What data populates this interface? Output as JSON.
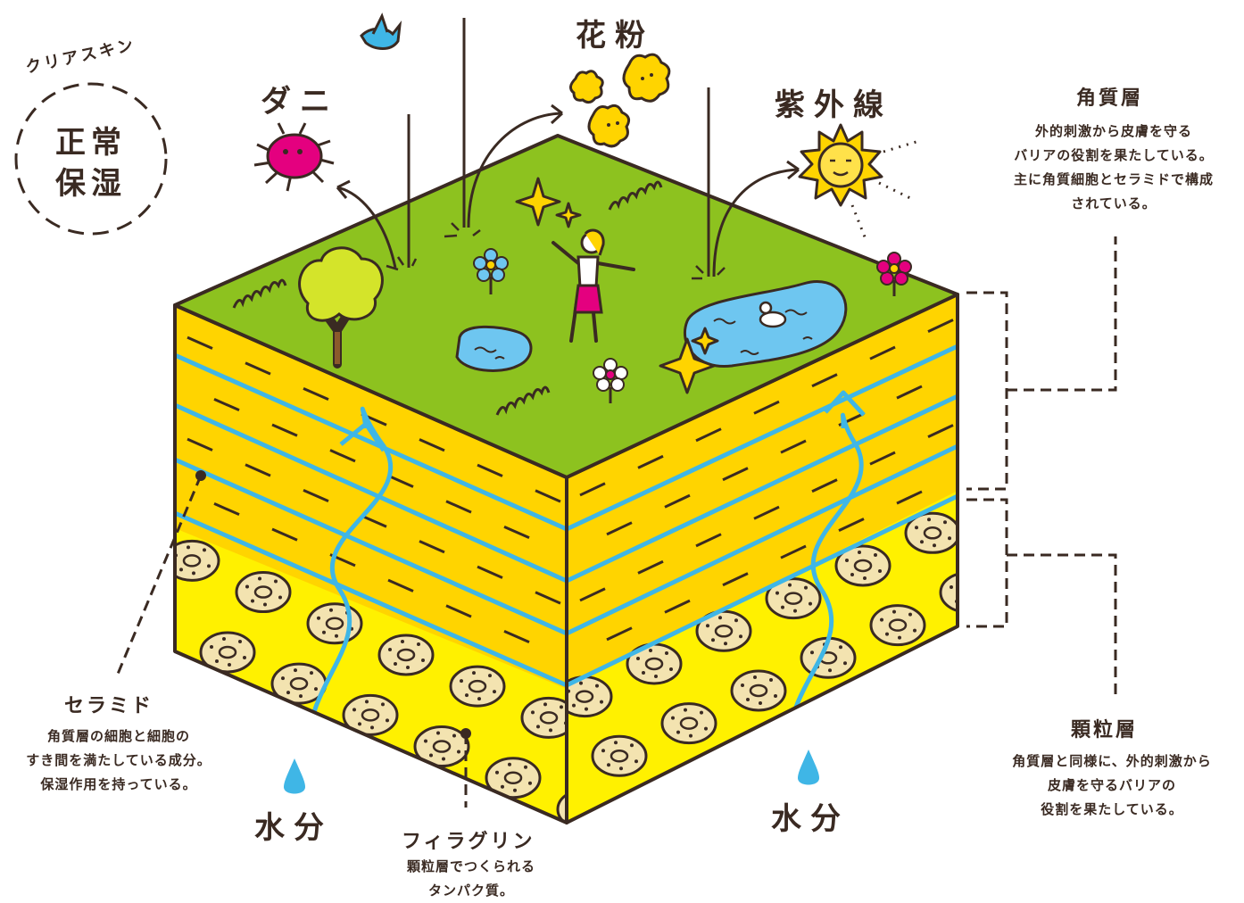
{
  "badge": {
    "arc_text": "クリアスキン",
    "line1": "正常",
    "line2": "保湿"
  },
  "top_labels": {
    "mite": "ダニ",
    "pollen": "花粉",
    "uv": "紫外線"
  },
  "stratum_corneum": {
    "title": "角質層",
    "lines": [
      "外的刺激から皮膚を守る",
      "バリアの役割を果たしている。",
      "主に角質細胞とセラミドで構成",
      "されている。"
    ]
  },
  "granular_layer": {
    "title": "顆粒層",
    "lines": [
      "角質層と同様に、外的刺激から",
      "皮膚を守るバリアの",
      "役割を果たしている。"
    ]
  },
  "ceramide": {
    "title": "セラミド",
    "lines": [
      "角質層の細胞と細胞の",
      "すき間を満たしている成分。",
      "保湿作用を持っている。"
    ]
  },
  "filaggrin": {
    "title": "フィラグリン",
    "lines": [
      "顆粒層でつくられる",
      "タンパク質。"
    ]
  },
  "water_left": "水分",
  "water_right": "水分",
  "colors": {
    "grass": "#8dc21f",
    "corneum": "#ffd400",
    "granular": "#fff100",
    "water": "#3fb6e6",
    "outline": "#3a2a22",
    "cell": "#f3e3b0"
  }
}
